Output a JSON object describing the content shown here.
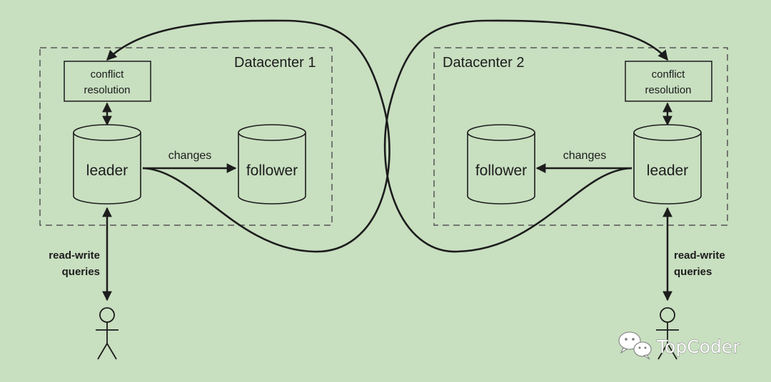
{
  "datacenters": [
    {
      "title": "Datacenter 1",
      "conflict_box": [
        "conflict",
        "resolution"
      ],
      "leader": "leader",
      "follower": "follower",
      "changes": "changes",
      "queries": [
        "read-write",
        "queries"
      ]
    },
    {
      "title": "Datacenter 2",
      "conflict_box": [
        "conflict",
        "resolution"
      ],
      "leader": "leader",
      "follower": "follower",
      "changes": "changes",
      "queries": [
        "read-write",
        "queries"
      ]
    }
  ],
  "watermark": "TopCoder",
  "colors": {
    "background": "#c8dfc0",
    "stroke": "#1c1c1c",
    "dashed_border": "#555555",
    "fill": "#c8dfc0"
  }
}
